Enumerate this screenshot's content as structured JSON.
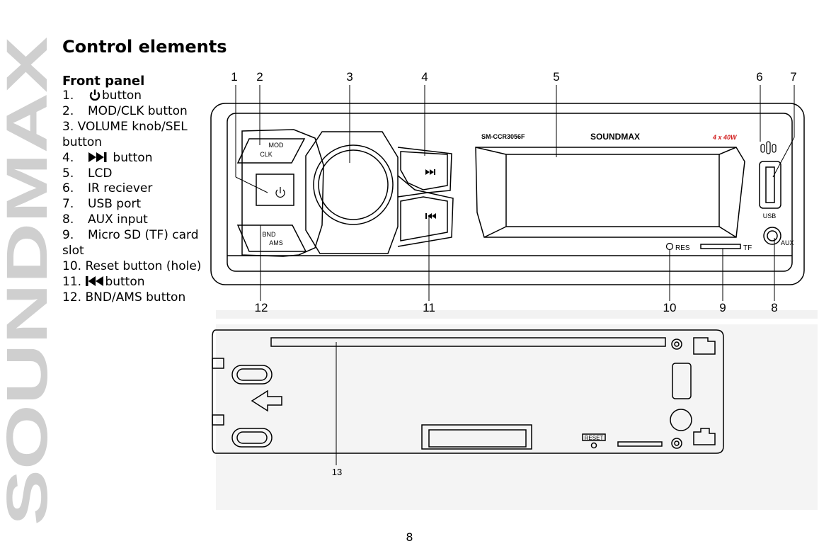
{
  "brand": "SOUNDMAX",
  "title": "Control elements",
  "subtitle": "Front panel",
  "items": [
    {
      "num": "1.",
      "text": "button",
      "icon": "power-icon"
    },
    {
      "num": "2.",
      "text": "MOD/CLK button"
    },
    {
      "num": "3.",
      "text": "VOLUME knob/SEL button"
    },
    {
      "num": "4.",
      "text": "button",
      "icon": "next-track-icon"
    },
    {
      "num": "5.",
      "text": "LCD"
    },
    {
      "num": "6.",
      "text": "IR reciever"
    },
    {
      "num": "7.",
      "text": "USB port"
    },
    {
      "num": "8.",
      "text": "AUX input"
    },
    {
      "num": "9.",
      "text": "Micro SD (TF) card slot"
    },
    {
      "num": "10.",
      "text": "Reset button (hole)"
    },
    {
      "num": "11.",
      "text": "button",
      "icon": "prev-track-icon"
    },
    {
      "num": "12.",
      "text": "BND/AMS button"
    }
  ],
  "diagram": {
    "callouts_top": [
      "1",
      "2",
      "3",
      "4",
      "5",
      "6",
      "7"
    ],
    "callouts_bottom": [
      "12",
      "11",
      "10",
      "9",
      "8"
    ],
    "callout_back": "13",
    "panel": {
      "model": "SM-CCR3056F",
      "brand": "SOUNDMAX",
      "power_rating": "4 x 40W",
      "mod": "MOD",
      "clk": "CLK",
      "bnd": "BND",
      "ams": "AMS",
      "res": "RES",
      "tf": "TF",
      "usb": "USB",
      "aux": "AUX"
    },
    "back": {
      "reset": "RESET"
    }
  },
  "page_number": "8",
  "colors": {
    "brand_watermark": "#cfcfcf",
    "rating_red": "#d22020"
  }
}
